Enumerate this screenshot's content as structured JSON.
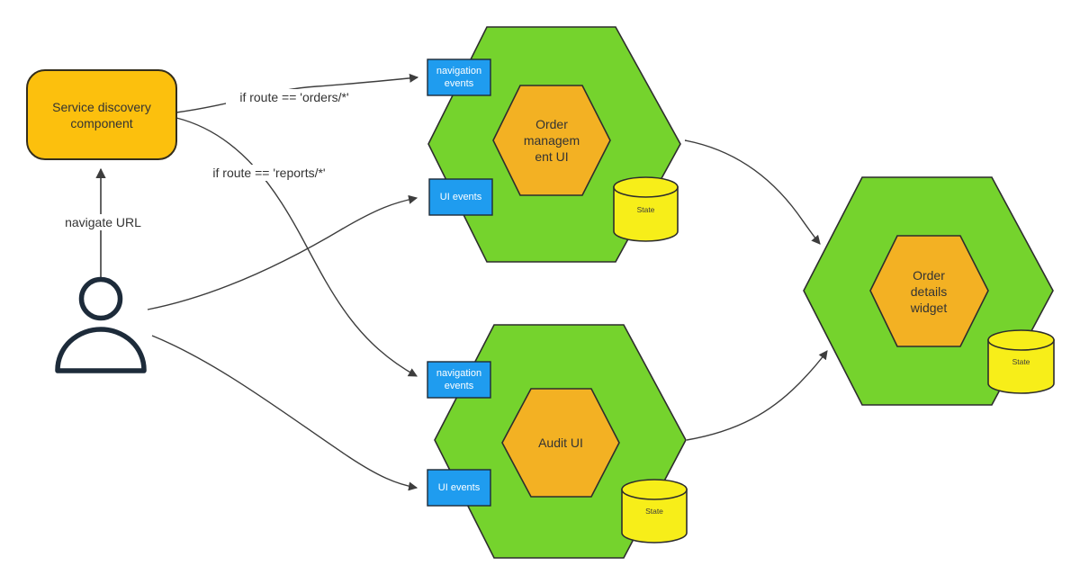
{
  "diagram": {
    "type": "micro-frontend-architecture-flow",
    "colors": {
      "component_amber": "#FCC00D",
      "hexagon_orange": "#F3B123",
      "container_green": "#75D32D",
      "event_box_blue": "#1F9CEF",
      "state_yellow": "#F7EE19",
      "shape_stroke": "#2D2D2D",
      "arrow_line": "#3D3D3D",
      "person_stroke": "#1D2B3A",
      "text_dark": "#333333",
      "text_white": "#FFFFFF"
    },
    "nodes": {
      "service_discovery": {
        "label": "Service discovery component"
      },
      "order_management": {
        "label": "Order\nmanagem\nent UI"
      },
      "audit": {
        "label": "Audit UI"
      },
      "order_details": {
        "label": "Order\ndetails\nwidget"
      },
      "nav_events_top": {
        "label": "navigation events"
      },
      "ui_events_top": {
        "label": "UI events"
      },
      "nav_events_bottom": {
        "label": "navigation events"
      },
      "ui_events_bottom": {
        "label": "UI events"
      },
      "state_top": {
        "label": "State"
      },
      "state_bottom": {
        "label": "State"
      },
      "state_right": {
        "label": "State"
      },
      "user": {
        "icon": "person-icon"
      }
    },
    "edges": {
      "navigate_url": {
        "label": "navigate URL"
      },
      "route_orders": {
        "label": "if route == 'orders/*'"
      },
      "route_reports": {
        "label": "if route == 'reports/*'"
      }
    }
  }
}
